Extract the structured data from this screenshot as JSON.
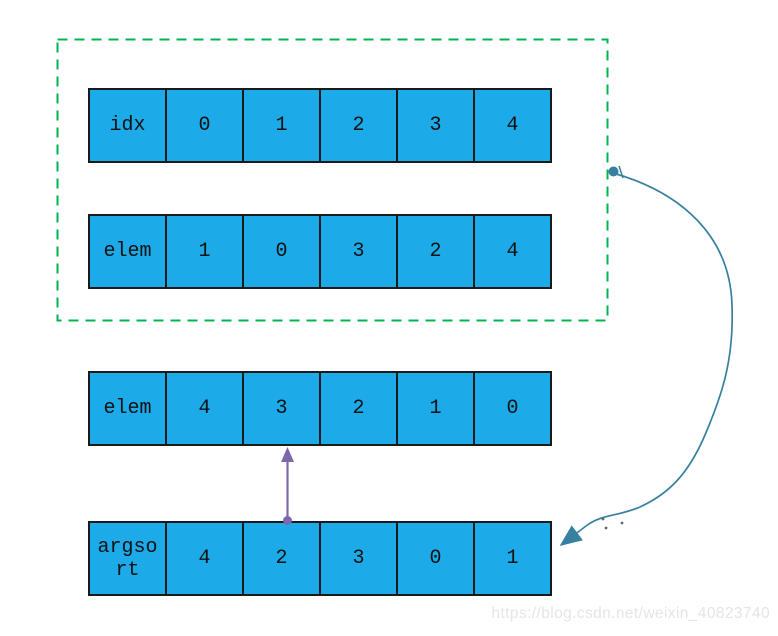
{
  "colors": {
    "cell-fill": "#1caae8",
    "cell-border": "#1a1a1a",
    "box-green": "#00b34d",
    "arrow-teal": "#37809f",
    "arrow-purple": "#7d68ac",
    "watermark-gray": "#e5e5e5",
    "text-color": "#111111"
  },
  "rows": [
    {
      "label": "idx",
      "cells": [
        "0",
        "1",
        "2",
        "3",
        "4"
      ]
    },
    {
      "label": "elem",
      "cells": [
        "1",
        "0",
        "3",
        "2",
        "4"
      ]
    },
    {
      "label": "elem",
      "cells": [
        "4",
        "3",
        "2",
        "1",
        "0"
      ]
    },
    {
      "label": "argso\nrt",
      "cells": [
        "4",
        "2",
        "3",
        "0",
        "1"
      ]
    }
  ],
  "icons": {
    "curve_connector": "curved-arrow-from-group-box-to-argsort-row",
    "map_arrow": "up-arrow-from-argsort-cell-to-elem-cell"
  },
  "watermark": "https://blog.csdn.net/weixin_40823740"
}
